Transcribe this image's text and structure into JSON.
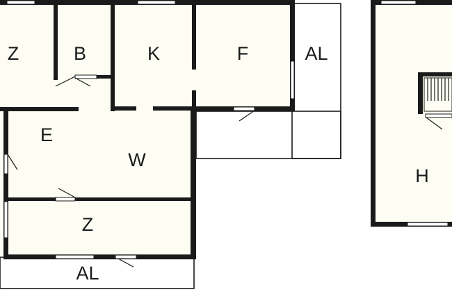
{
  "rooms": {
    "z_top": "Z",
    "b": "B",
    "k": "K",
    "f": "F",
    "al_right": "AL",
    "e": "E",
    "w": "W",
    "z_bottom": "Z",
    "al_bottom": "AL",
    "h": "H"
  }
}
